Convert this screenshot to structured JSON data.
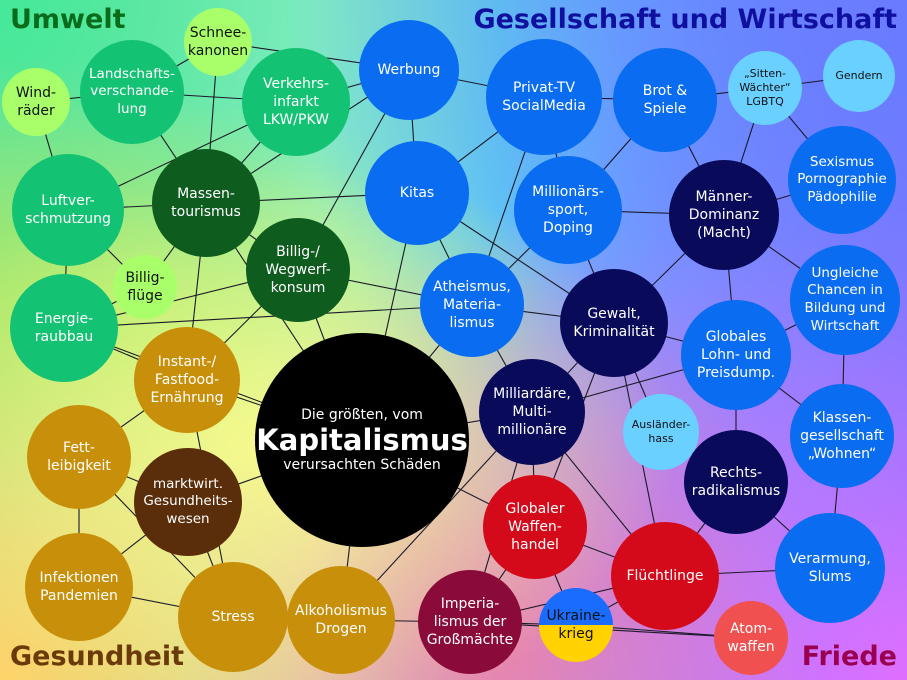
{
  "corners": {
    "environment": {
      "text": "Umwelt",
      "color": "#0a6b1a"
    },
    "society": {
      "text": "Gesellschaft und Wirtschaft",
      "color": "#1010a0"
    },
    "health": {
      "text": "Gesundheit",
      "color": "#6b3a0a"
    },
    "peace": {
      "text": "Friede",
      "color": "#9a0050"
    }
  },
  "center": {
    "line1": "Die größten, vom",
    "line2": "Kapitalismus",
    "line3": "verursachten Schäden",
    "color": "#000000"
  },
  "nodes": [
    {
      "id": "schneekanonen",
      "label": "Schnee-\nkanonen",
      "color": "#a8ff6a",
      "dark": true
    },
    {
      "id": "windraeder",
      "label": "Wind-\nräder",
      "color": "#a8ff6a",
      "dark": true
    },
    {
      "id": "landschaft",
      "label": "Landschafts-\nverschande-\nlung",
      "color": "#14c274"
    },
    {
      "id": "verkehrsinfarkt",
      "label": "Verkehrs-\ninfarkt\nLKW/PKW",
      "color": "#14c274"
    },
    {
      "id": "luftverschmutzung",
      "label": "Luftver-\nschmutzung",
      "color": "#14c274"
    },
    {
      "id": "massentourismus",
      "label": "Massen-\ntourismus",
      "color": "#0e5c1e"
    },
    {
      "id": "billigfluege",
      "label": "Billig-\nflüge",
      "color": "#a8ff6a",
      "dark": true
    },
    {
      "id": "wegwerf",
      "label": "Billig-/\nWegwerf-\nkonsum",
      "color": "#0e5c1e"
    },
    {
      "id": "energieraubbau",
      "label": "Energie-\nraubbau",
      "color": "#14c274"
    },
    {
      "id": "werbung",
      "label": "Werbung",
      "color": "#0a6cf0"
    },
    {
      "id": "kitas",
      "label": "Kitas",
      "color": "#0a6cf0"
    },
    {
      "id": "privattv",
      "label": "Privat-TV\nSocialMedia",
      "color": "#0a6cf0"
    },
    {
      "id": "brotspiele",
      "label": "Brot &\nSpiele",
      "color": "#0a6cf0"
    },
    {
      "id": "sittenwaechter",
      "label": "„Sitten-\nWächter“\nLGBTQ",
      "color": "#6ad0ff",
      "dark": true,
      "small": true
    },
    {
      "id": "gendern",
      "label": "Gendern",
      "color": "#6ad0ff",
      "dark": true,
      "small": true
    },
    {
      "id": "sexismus",
      "label": "Sexismus\nPornographie\nPädophilie",
      "color": "#0a6cf0"
    },
    {
      "id": "millionaerssport",
      "label": "Millionärs-\nsport,\nDoping",
      "color": "#0a6cf0"
    },
    {
      "id": "maennerdominanz",
      "label": "Männer-\nDominanz\n(Macht)",
      "color": "#0a0a5a"
    },
    {
      "id": "ungleiche",
      "label": "Ungleiche\nChancen in\nBildung und\nWirtschaft",
      "color": "#0a6cf0"
    },
    {
      "id": "atheismus",
      "label": "Atheismus,\nMateria-\nlismus",
      "color": "#0a6cf0"
    },
    {
      "id": "gewalt",
      "label": "Gewalt,\nKriminalität",
      "color": "#0a0a5a"
    },
    {
      "id": "lohndumping",
      "label": "Globales\nLohn- und\nPreisdump.",
      "color": "#0a6cf0"
    },
    {
      "id": "fastfood",
      "label": "Instant-/\nFastfood-\nErnährung",
      "color": "#c8900a"
    },
    {
      "id": "milliardaere",
      "label": "Milliardäre,\nMulti-\nmillionäre",
      "color": "#0a0a5a"
    },
    {
      "id": "auslaenderhass",
      "label": "Ausländer-\nhass",
      "color": "#6ad0ff",
      "dark": true,
      "small": true
    },
    {
      "id": "klassengesellschaft",
      "label": "Klassen-\ngesellschaft\n„Wohnen“",
      "color": "#0a6cf0"
    },
    {
      "id": "fettleibigkeit",
      "label": "Fett-\nleibigkeit",
      "color": "#c8900a"
    },
    {
      "id": "gesundheitswesen",
      "label": "marktwirt.\nGesundheits-\nwesen",
      "color": "#5a2e0a"
    },
    {
      "id": "rechtsradikalismus",
      "label": "Rechts-\nradikalismus",
      "color": "#0a0a5a"
    },
    {
      "id": "waffenhandel",
      "label": "Globaler\nWaffen-\nhandel",
      "color": "#d40a1a"
    },
    {
      "id": "infektionen",
      "label": "Infektionen\nPandemien",
      "color": "#c8900a"
    },
    {
      "id": "fluechtlinge",
      "label": "Flüchtlinge",
      "color": "#d40a1a"
    },
    {
      "id": "verarmung",
      "label": "Verarmung,\nSlums",
      "color": "#0a6cf0"
    },
    {
      "id": "stress",
      "label": "Stress",
      "color": "#c8900a"
    },
    {
      "id": "alkoholismus",
      "label": "Alkoholismus\nDrogen",
      "color": "#c8900a"
    },
    {
      "id": "imperialismus",
      "label": "Imperia-\nlismus der\nGroßmächte",
      "color": "#8a0a3a"
    },
    {
      "id": "ukraine",
      "label": "Ukraine-\nkrieg",
      "color": "ukraine",
      "dark": true
    },
    {
      "id": "atomwaffen",
      "label": "Atom-\nwaffen",
      "color": "#f05050"
    }
  ]
}
